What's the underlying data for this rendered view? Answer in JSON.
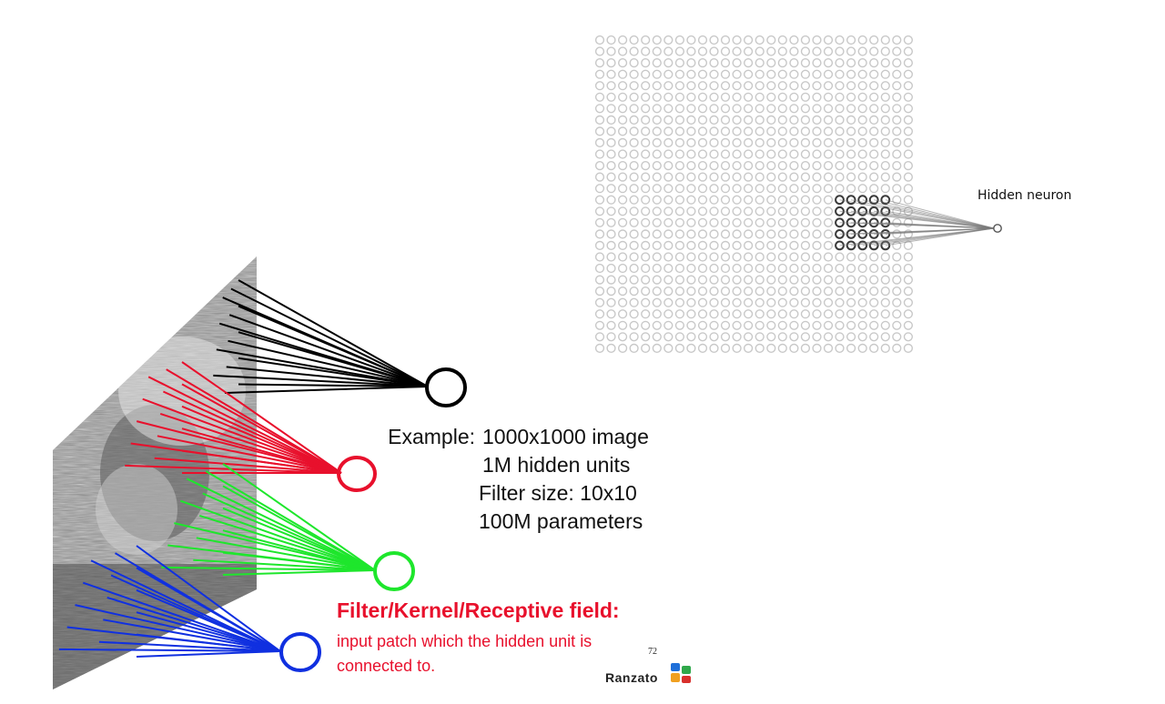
{
  "diagram": {
    "hidden_neuron_label": "Hidden neuron",
    "example": {
      "label": "Example:",
      "line1": "1000x1000 image",
      "line2": "1M hidden units",
      "line3": "Filter size: 10x10",
      "line4": "100M parameters"
    },
    "filter_title": "Filter/Kernel/Receptive field:",
    "filter_desc_line1": "input patch which the hidden unit is",
    "filter_desc_line2": "connected to.",
    "page_number": "72",
    "credit": "Ranzato",
    "colors": {
      "red": "#e8102c",
      "green": "#1ee62c",
      "blue": "#1030e0",
      "black": "#000000",
      "grid": "#c8c8c8",
      "patch": "#3a3a3a"
    },
    "grid": {
      "rows": 28,
      "cols": 28,
      "patch_rows": 5,
      "patch_cols": 5
    },
    "icons": {
      "credit_logo": "ranzato-logo-icon"
    }
  }
}
